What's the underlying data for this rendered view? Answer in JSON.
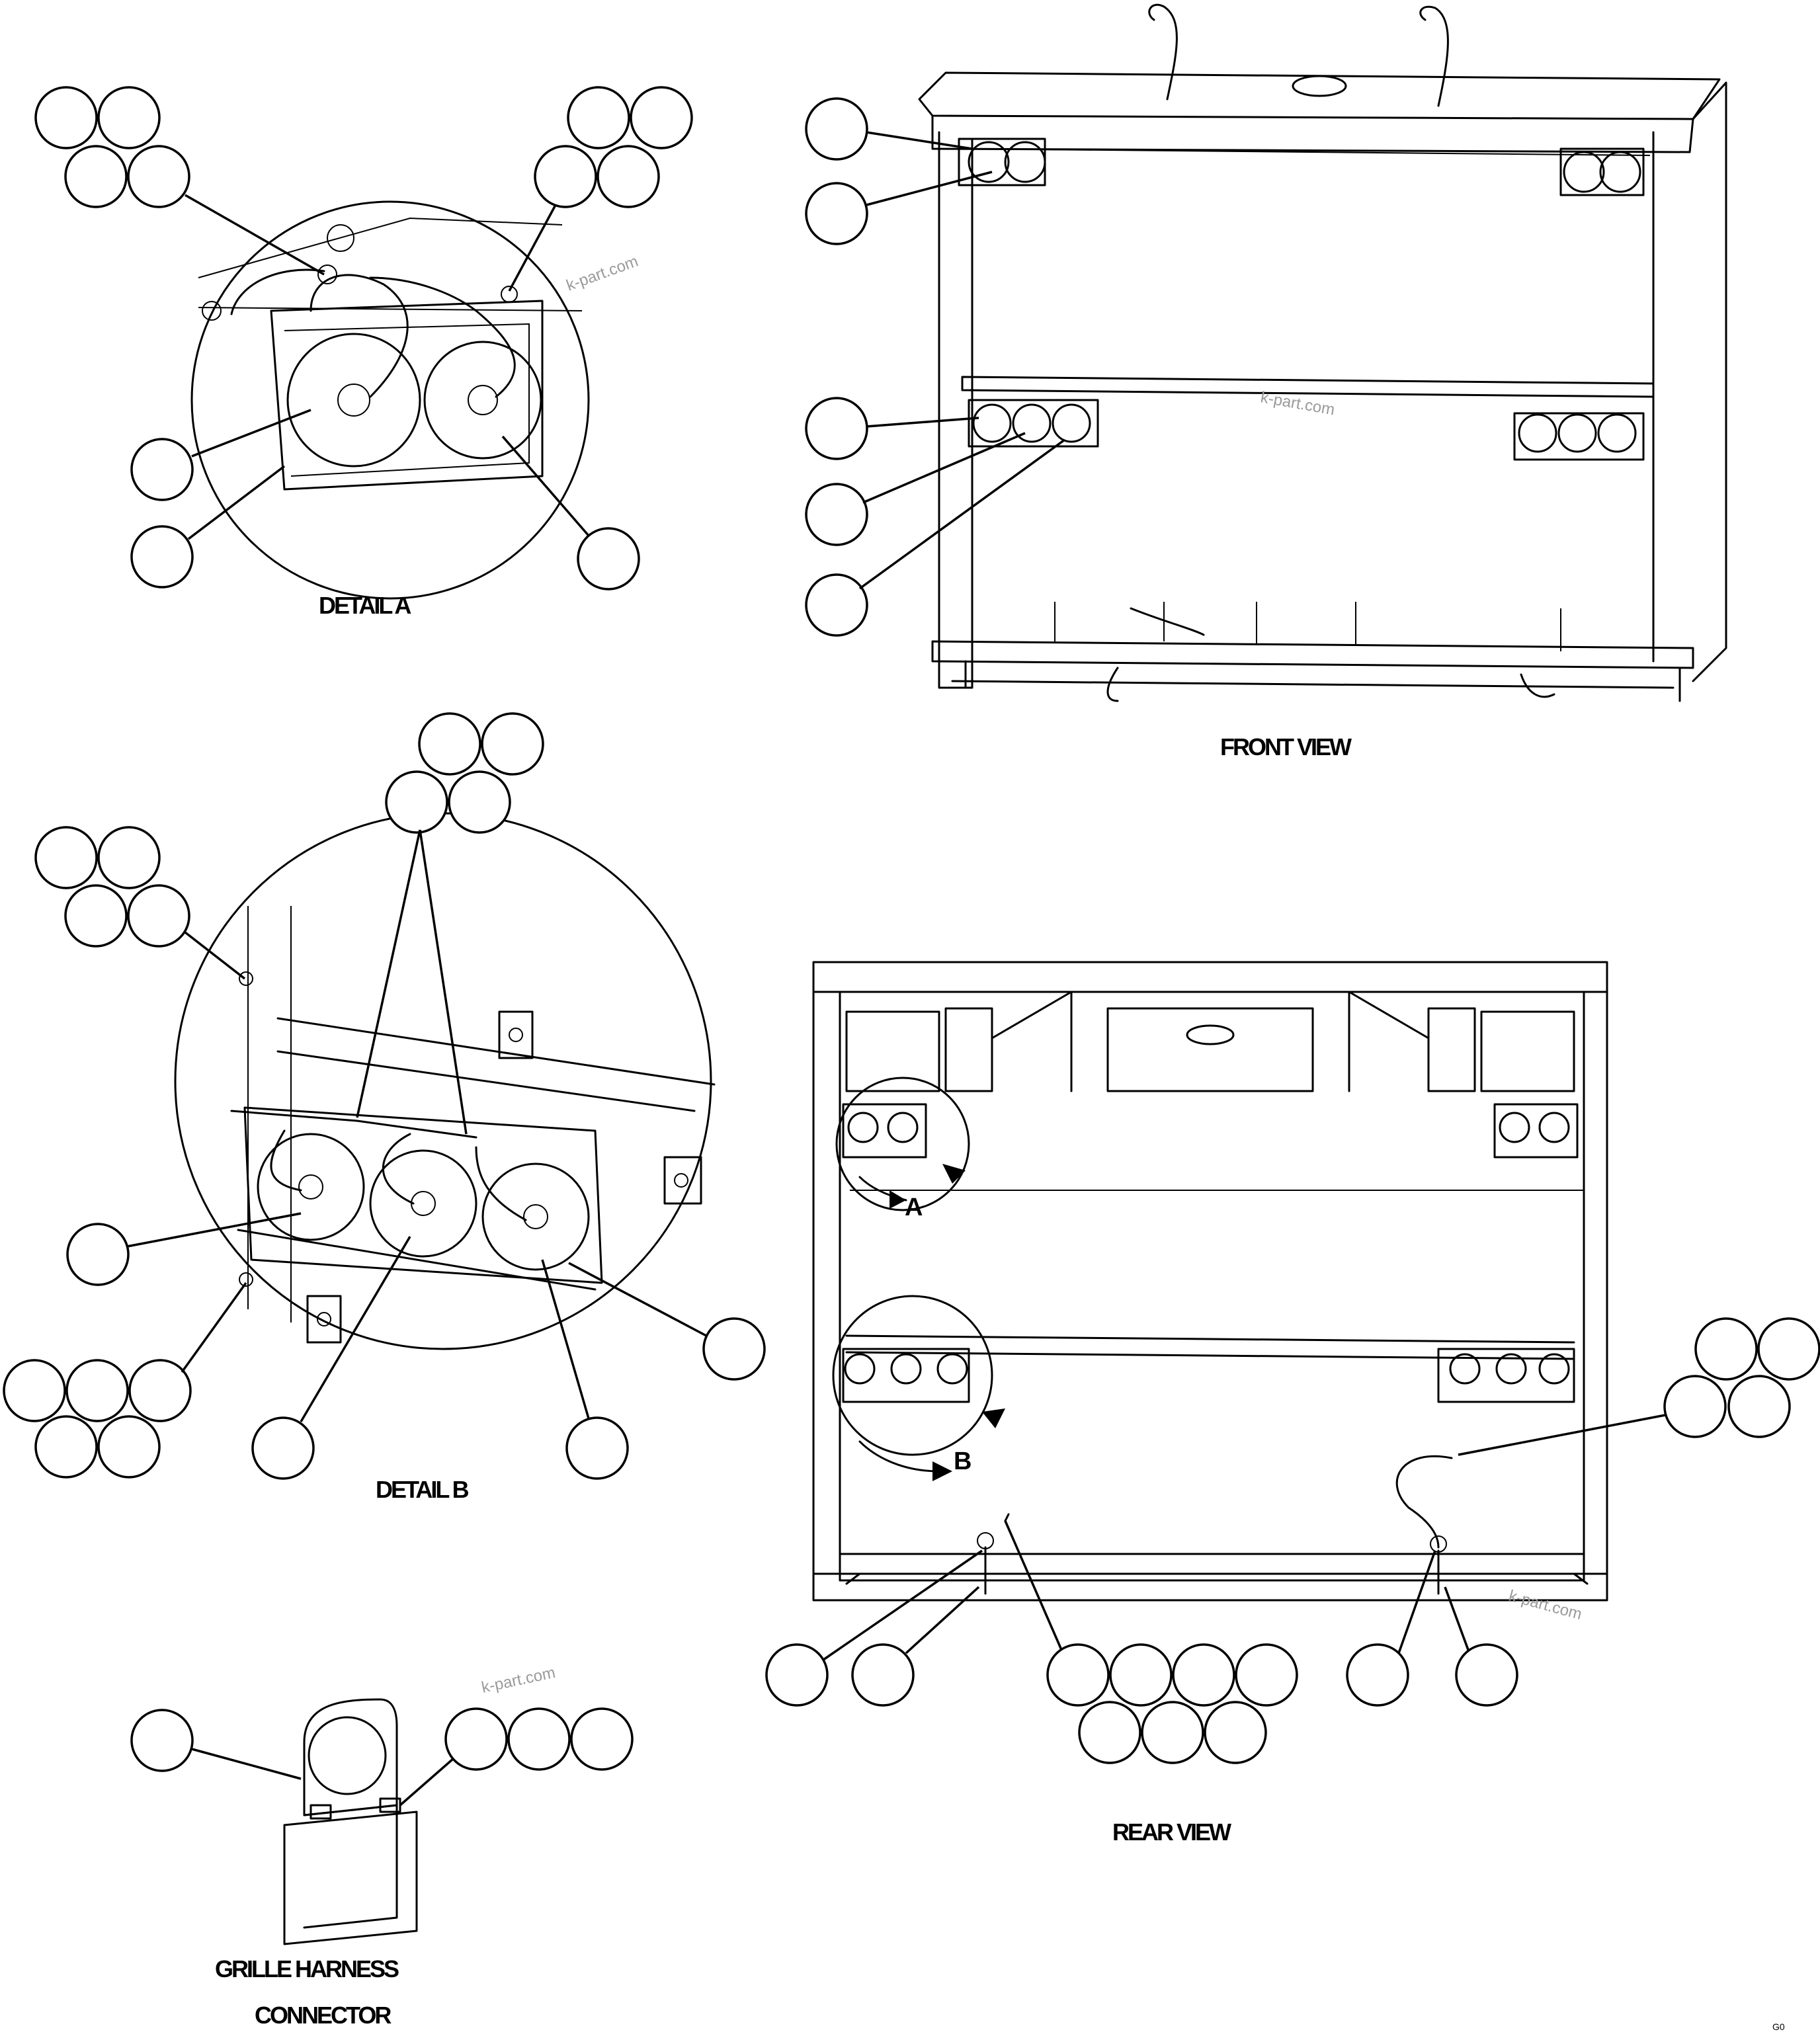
{
  "labels": {
    "detail_a": "DETAIL A",
    "detail_b": "DETAIL B",
    "front_view": "FRONT VIEW",
    "rear_view": "REAR VIEW",
    "grille_line1": "GRILLE HARNESS",
    "grille_line2": "CONNECTOR"
  },
  "detail_markers": {
    "a": "A",
    "b": "B"
  },
  "watermark": "k-part.com",
  "drawing_code": "G0"
}
